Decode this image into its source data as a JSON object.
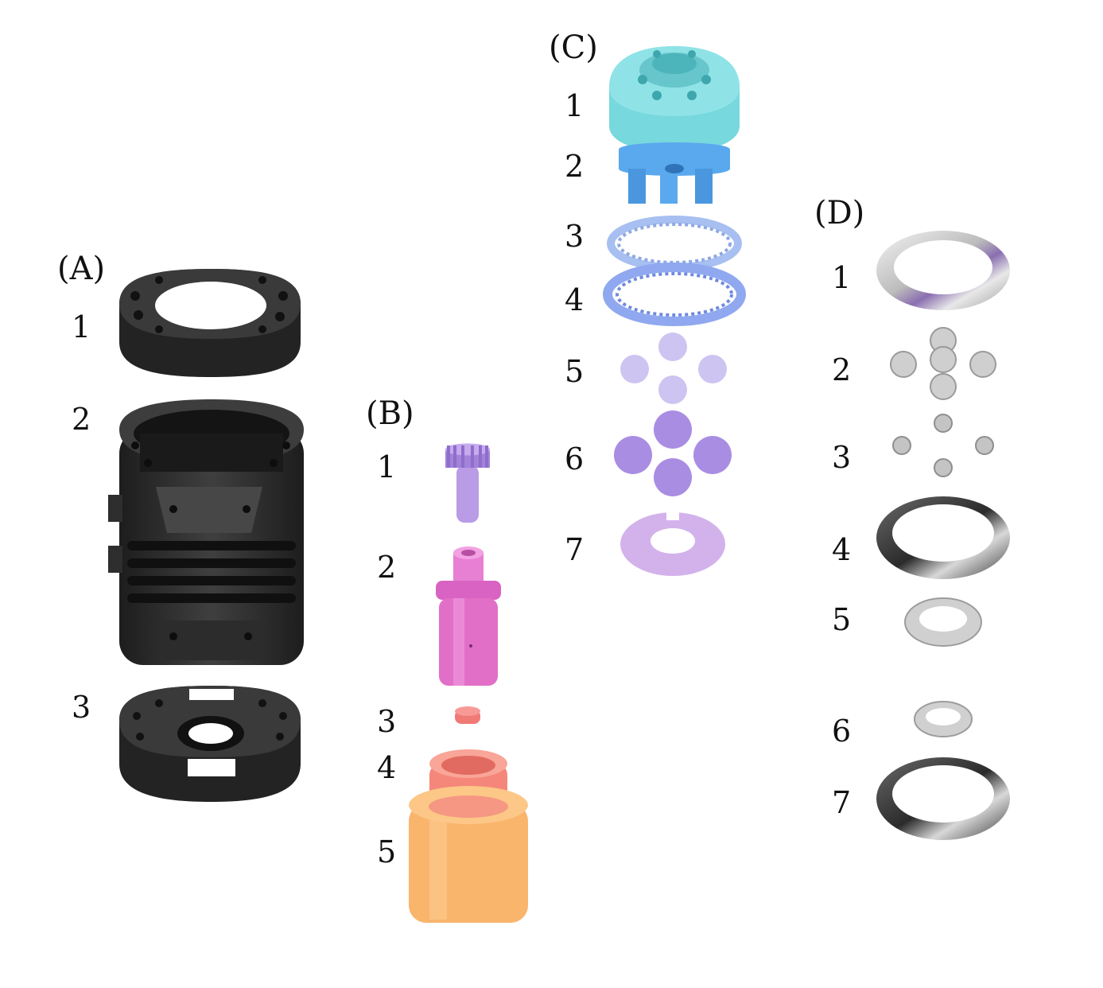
{
  "groups": [
    {
      "label": "(A)",
      "items": [
        "1",
        "2",
        "3"
      ],
      "material": "black-plastic",
      "colors": [
        "#2a2a2a",
        "#3c3c3c"
      ]
    },
    {
      "label": "(B)",
      "items": [
        "1",
        "2",
        "3",
        "4",
        "5"
      ],
      "material": "colored-plastic",
      "colors": [
        "#b99be6",
        "#e16fc8",
        "#f2807c",
        "#f59783",
        "#f9b56c"
      ]
    },
    {
      "label": "(C)",
      "items": [
        "1",
        "2",
        "3",
        "4",
        "5",
        "6",
        "7"
      ],
      "material": "colored-plastic",
      "colors": [
        "#77d8dd",
        "#5aa9ee",
        "#a7bff1",
        "#8fa8ef",
        "#cdc4f1",
        "#a98de3",
        "#d3b2ec"
      ]
    },
    {
      "label": "(D)",
      "items": [
        "1",
        "2",
        "3",
        "4",
        "5",
        "6",
        "7"
      ],
      "material": "metal",
      "colors": [
        "#d8d8d8",
        "#c9c9c9",
        "#bdbdbd",
        "#555555",
        "#d0d0d0",
        "#d0d0d0",
        "#555555"
      ]
    }
  ]
}
